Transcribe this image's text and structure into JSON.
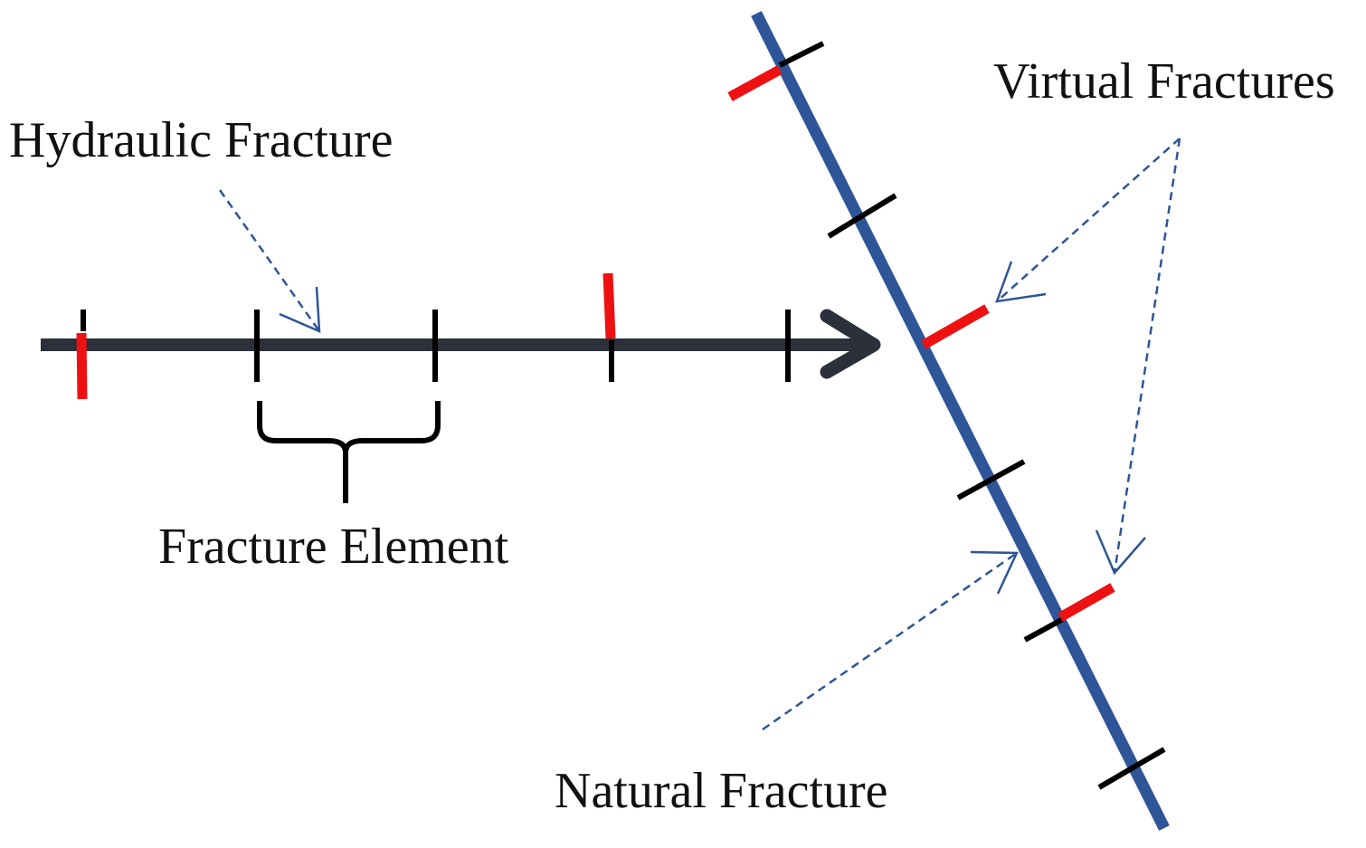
{
  "labels": {
    "hydraulic_fracture": "Hydraulic Fracture",
    "fracture_element": "Fracture Element",
    "virtual_fractures": "Virtual Fractures",
    "natural_fracture": "Natural Fracture"
  },
  "colors": {
    "hydraulic_fracture_line": "#2b303a",
    "natural_fracture_line": "#2e5597",
    "element_tick": "#000000",
    "virtual_fracture": "#ee1111",
    "annotation_arrow": "#2e5597",
    "text": "#111111"
  }
}
